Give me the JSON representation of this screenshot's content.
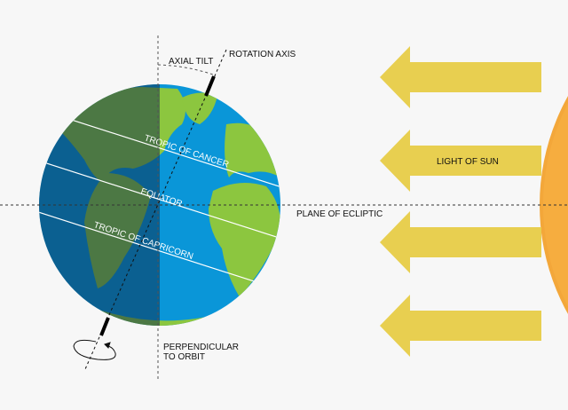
{
  "labels": {
    "axial_tilt": "AXIAL TILT",
    "rotation_axis": "ROTATION AXIS",
    "light_of_sun": "LIGHT OF SUN",
    "plane_of_ecliptic": "PLANE OF ECLIPTIC",
    "perpendicular_line1": "PERPENDICULAR",
    "perpendicular_line2": "TO ORBIT",
    "tropic_of_cancer": "TROPIC OF CANCER",
    "equator": "EQUATOR",
    "tropic_of_capricorn": "TROPIC OF CAPRICORN"
  },
  "colors": {
    "background": "#f7f7f7",
    "ocean": "#0a96d8",
    "land": "#8cc63f",
    "arrow": "#e8cf50",
    "sun": "#f3a73a"
  }
}
